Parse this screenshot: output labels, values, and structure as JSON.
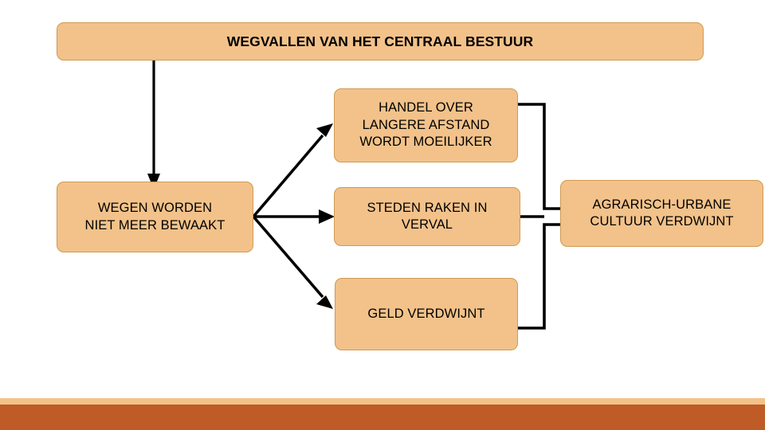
{
  "slide": {
    "background_color": "#ffffff",
    "footer": {
      "accent_color": "#f2c28a",
      "bar_color": "#bf5b26"
    }
  },
  "diagram": {
    "type": "flowchart",
    "node_fill_color": "#f2c28a",
    "node_border_color": "#d09a52",
    "connector_color": "#000000",
    "nodes": [
      {
        "id": "title",
        "label": "WEGVALLEN VAN HET CENTRAAL BESTUUR"
      },
      {
        "id": "handel",
        "label": "HANDEL OVER\nLANGERE AFSTAND\nWORDT MOEILIJKER"
      },
      {
        "id": "wegen",
        "label": "WEGEN WORDEN\nNIET MEER BEWAAKT"
      },
      {
        "id": "steden",
        "label": "STEDEN RAKEN IN\nVERVAL"
      },
      {
        "id": "geld",
        "label": "GELD VERDWIJNT"
      },
      {
        "id": "agrarisch",
        "label": "AGRARISCH-URBANE\nCULTUUR VERDWIJNT"
      }
    ],
    "connections": [
      {
        "from": "title",
        "to": "wegen"
      },
      {
        "from": "wegen",
        "to": "handel"
      },
      {
        "from": "wegen",
        "to": "steden"
      },
      {
        "from": "wegen",
        "to": "geld"
      },
      {
        "from": "handel",
        "to": "agrarisch"
      },
      {
        "from": "steden",
        "to": "agrarisch"
      },
      {
        "from": "geld",
        "to": "agrarisch"
      }
    ]
  }
}
